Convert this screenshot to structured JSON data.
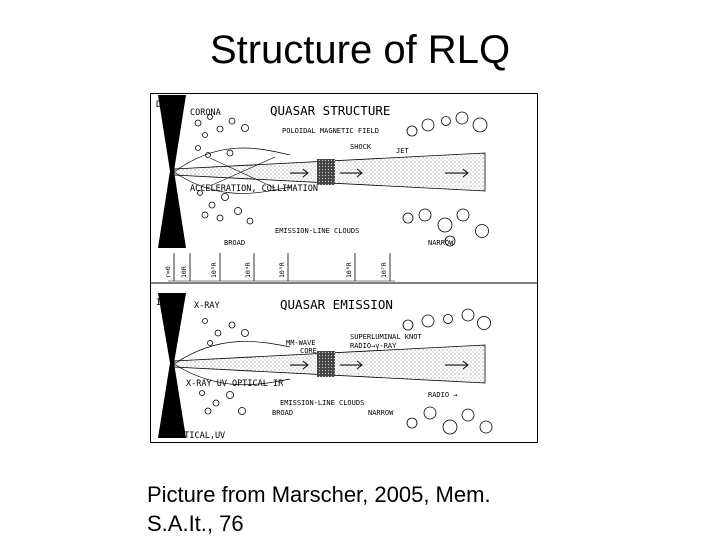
{
  "title": "Structure of RLQ",
  "caption": {
    "line1": "Picture from Marscher, 2005, Mem.",
    "line2": "S.A.It., 76"
  },
  "figure": {
    "structure_panel": {
      "heading": "QUASAR STRUCTURE",
      "labels": {
        "disk": "DISK",
        "corona": "CORONA",
        "poloidal_field": "POLOIDAL MAGNETIC FIELD",
        "shock": "SHOCK",
        "jet": "JET",
        "acceleration": "ACCELERATION, COLLIMATION",
        "emission_clouds": "EMISSION-LINE CLOUDS",
        "broad": "BROAD",
        "narrow": "NARROW"
      },
      "scale_ticks": [
        "r=0",
        "10R",
        "10³R",
        "10⁴R",
        "10⁵R",
        "10⁶R",
        "10⁷R"
      ]
    },
    "emission_panel": {
      "heading": "QUASAR EMISSION",
      "labels": {
        "ir": "IR",
        "xray": "X-RAY",
        "mmwave": "MM-WAVE",
        "core": "CORE",
        "superluminal": "SUPERLUMINAL KNOT",
        "radio_gamma": "RADIO→γ-RAY",
        "xray_uv": "X-RAY UV OPTICAL IR",
        "emission_clouds": "EMISSION-LINE CLOUDS",
        "broad": "BROAD",
        "narrow": "NARROW",
        "radio": "RADIO →",
        "optical_uv": "OPTICAL,UV"
      }
    }
  }
}
